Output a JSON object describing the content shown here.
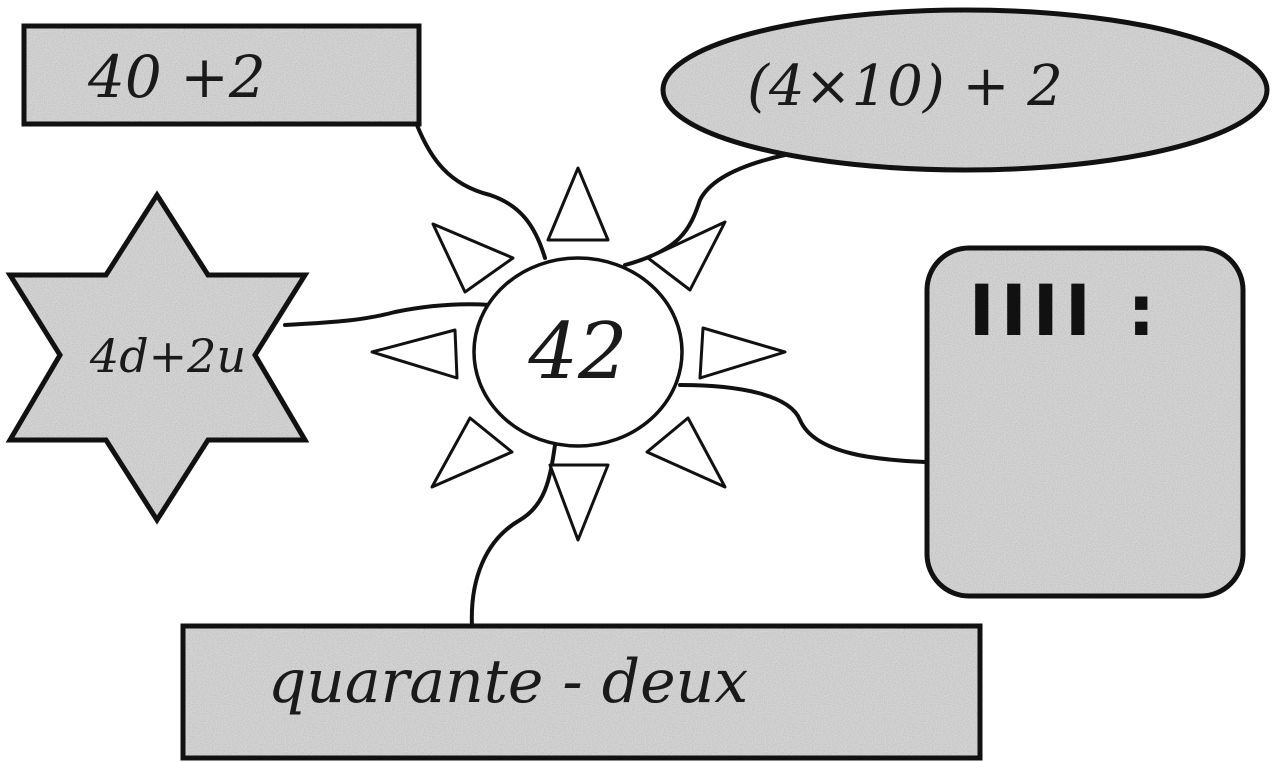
{
  "center": {
    "label": "42"
  },
  "representations": {
    "sum": "40 +2",
    "product": "(4×10) + 2",
    "tens_units": "4d+2u",
    "tally": "IIII :",
    "words": "quarante - deux"
  },
  "colors": {
    "ink": "#111111",
    "sponge_fill": "#cfcfcf",
    "background": "#ffffff"
  }
}
